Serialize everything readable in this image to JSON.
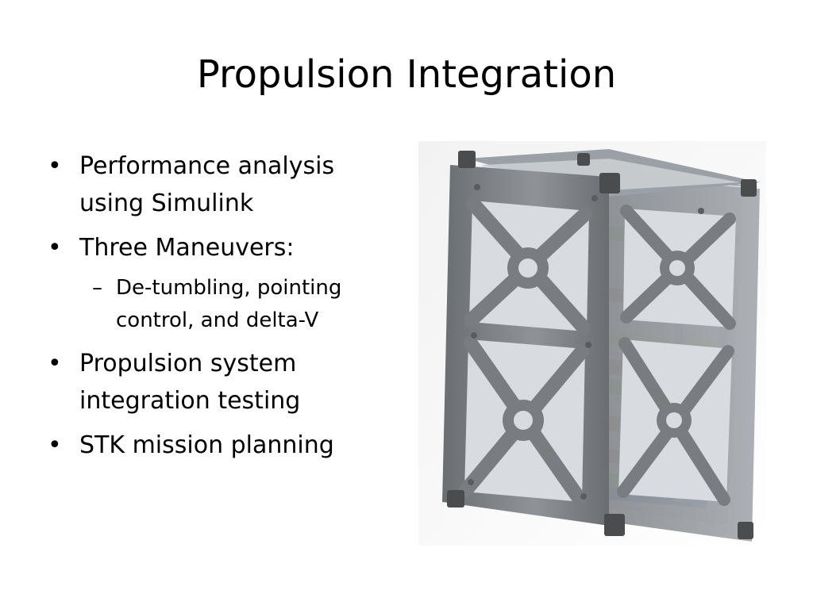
{
  "slide": {
    "title": "Propulsion Integration",
    "bullets": [
      {
        "text_line1": "Performance analysis",
        "text_line2": "using Simulink"
      },
      {
        "text_line1": "Three Maneuvers:"
      },
      {
        "sub": true,
        "text_line1": "De-tumbling, pointing",
        "text_line2": "control, and delta-V"
      },
      {
        "text_line1": "Propulsion system",
        "text_line2": "integration testing"
      },
      {
        "text_line1": "STK mission planning"
      }
    ],
    "bullet_marker": "•",
    "sub_marker": "–"
  },
  "figure": {
    "icon": "cubesat-cad-render-image",
    "colors": {
      "frame": "#7a7d80",
      "frame_dark": "#4a4c4e",
      "pcb_green": "#6fae3a",
      "pcb_red": "#b06a50",
      "standoff": "#a8aeb5",
      "accent_yellow": "#e2c93a",
      "accent_blue": "#3a6fbf"
    }
  }
}
